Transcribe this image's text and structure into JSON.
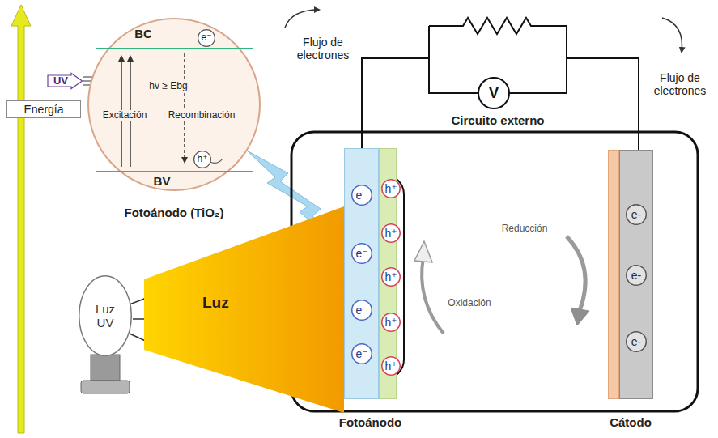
{
  "diagram": {
    "nodes": [
      {
        "text": [
          "Energía"
        ]
      },
      {
        "text": [
          "UV"
        ]
      },
      {
        "text": [
          "Fotoánodo (TiO₂)"
        ]
      },
      {
        "text": [
          "e⁻"
        ],
        "in": 2
      },
      {
        "text": [
          "h⁺"
        ],
        "in": 2
      },
      {
        "text": [
          "V"
        ]
      },
      {
        "text": [
          "Luz UV"
        ]
      },
      {
        "text": [
          "Luz"
        ]
      },
      {
        "text": [
          "Fotoánodo"
        ]
      },
      {
        "text": [
          "e⁻"
        ],
        "in": 8
      },
      {
        "text": [
          "e⁻"
        ],
        "in": 8
      },
      {
        "text": [
          "e⁻"
        ],
        "in": 8
      },
      {
        "text": [
          "e⁻"
        ],
        "in": 8
      },
      {
        "text": [
          "h⁺"
        ],
        "in": 8
      },
      {
        "text": [
          "h⁺"
        ],
        "in": 8
      },
      {
        "text": [
          "h⁺"
        ],
        "in": 8
      },
      {
        "text": [
          "h⁺"
        ],
        "in": 8
      },
      {
        "text": [
          "h⁺"
        ],
        "in": 8
      },
      {
        "text": [
          "Cátodo"
        ]
      },
      {
        "text": [
          "e-"
        ],
        "in": 18
      },
      {
        "text": [
          "e-"
        ],
        "in": 18
      },
      {
        "text": [
          "e-"
        ],
        "in": 18
      }
    ],
    "edges": [
      {
        "from": 8,
        "to": 5,
        "arrow": "none"
      },
      {
        "from": 5,
        "to": 18,
        "arrow": "none"
      }
    ],
    "labels": [
      "Flujo de electrones",
      "Flujo de electrones",
      "Circuito externo",
      "BC",
      "BV",
      "hv ≥ Ebg",
      "Excitación",
      "Recombinación",
      "Reducción",
      "Oxidación"
    ]
  }
}
